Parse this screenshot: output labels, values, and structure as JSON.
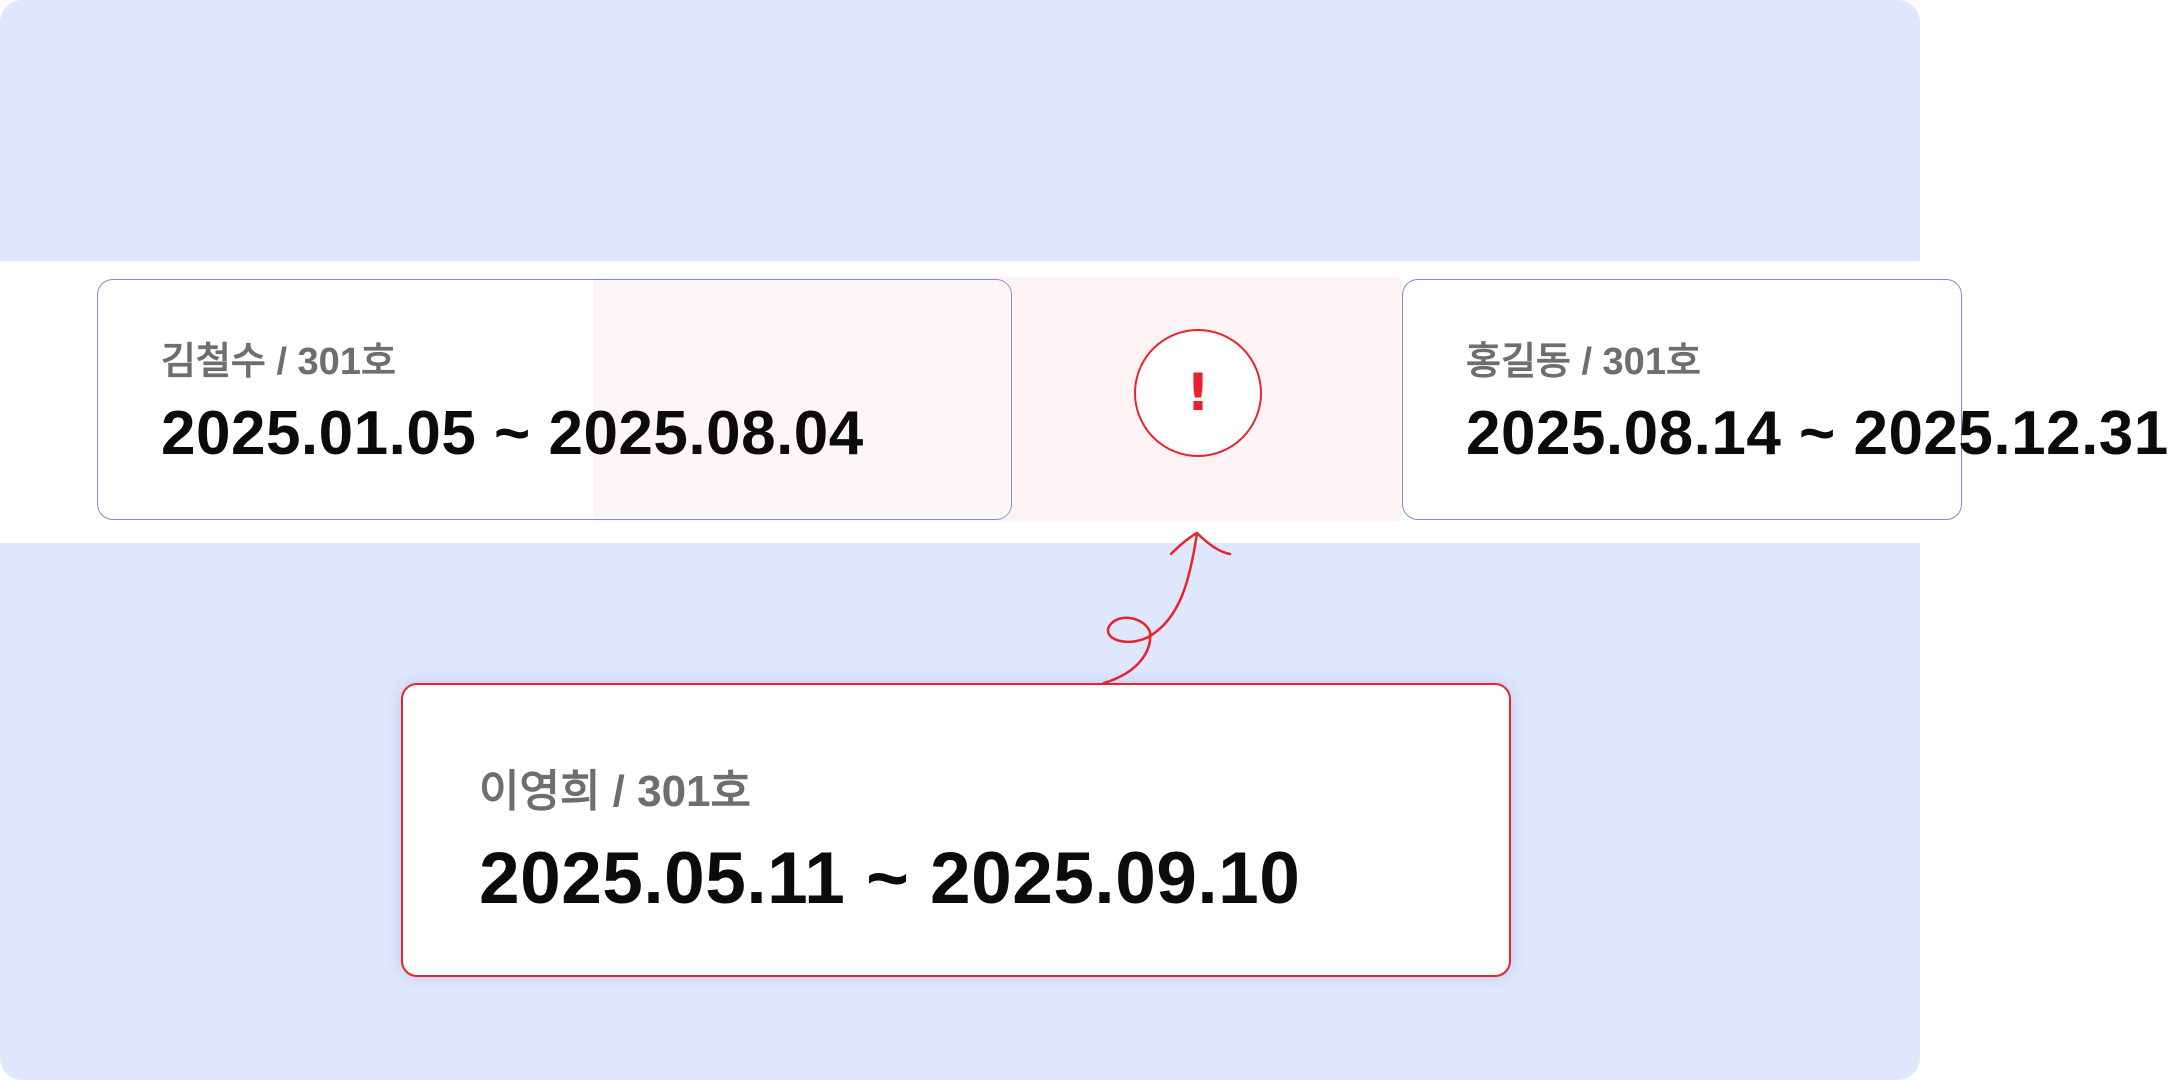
{
  "colors": {
    "background": "#dfe7fd",
    "band": "#ffffff",
    "overlap_tint": "#fdf3f4",
    "card_border_normal": "#7b8fd1",
    "conflict_red": "#e8232e",
    "label_gray": "#6e6e6e",
    "date_black": "#0b0b0b"
  },
  "timeline": {
    "reservations": [
      {
        "who": "김철수 / 301호",
        "range": "2025.01.05 ~ 2025.08.04"
      },
      {
        "who": "홍길동 / 301호",
        "range": "2025.08.14 ~ 2025.12.31"
      }
    ],
    "conflict_icon": {
      "name": "exclamation-icon",
      "glyph": "!"
    }
  },
  "new_reservation": {
    "who": "이영희 / 301호",
    "range": "2025.05.11 ~ 2025.09.10"
  }
}
